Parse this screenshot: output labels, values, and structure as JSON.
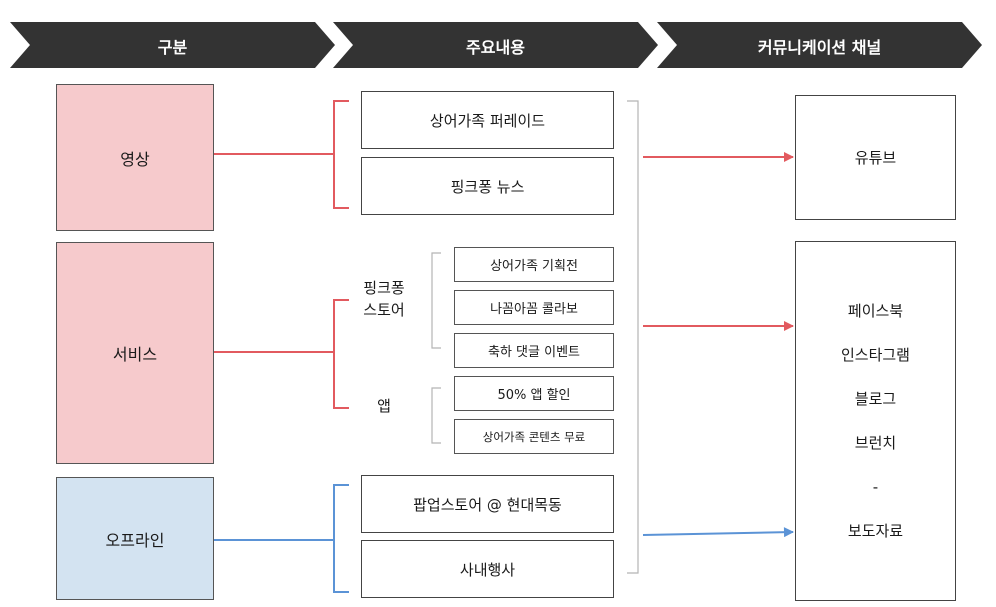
{
  "headers": [
    "구분",
    "주요내용",
    "커뮤니케이션 채널"
  ],
  "categories": {
    "video": "영상",
    "service": "서비스",
    "offline": "오프라인"
  },
  "content": {
    "video_items": [
      "상어가족 퍼레이드",
      "핑크퐁 뉴스"
    ],
    "store_label": "핑크퐁\n스토어",
    "store_items": [
      "상어가족 기획전",
      "나꼼아꼼 콜라보",
      "축하 댓글 이벤트"
    ],
    "app_label": "앱",
    "app_items": [
      "50% 앱 할인",
      "상어가족 콘텐츠 무료"
    ],
    "offline_items": [
      "팝업스토어 @ 현대목동",
      "사내행사"
    ]
  },
  "channels": {
    "video": "유튜브",
    "social": [
      "페이스북",
      "인스타그램",
      "블로그",
      "브런치",
      "-",
      "보도자료"
    ]
  },
  "colors": {
    "header_bg": "#333333",
    "red_accent": "#e25a5f",
    "blue_accent": "#5b93d6",
    "red_fill": "#f6cacc",
    "blue_fill": "#d3e3f1"
  }
}
